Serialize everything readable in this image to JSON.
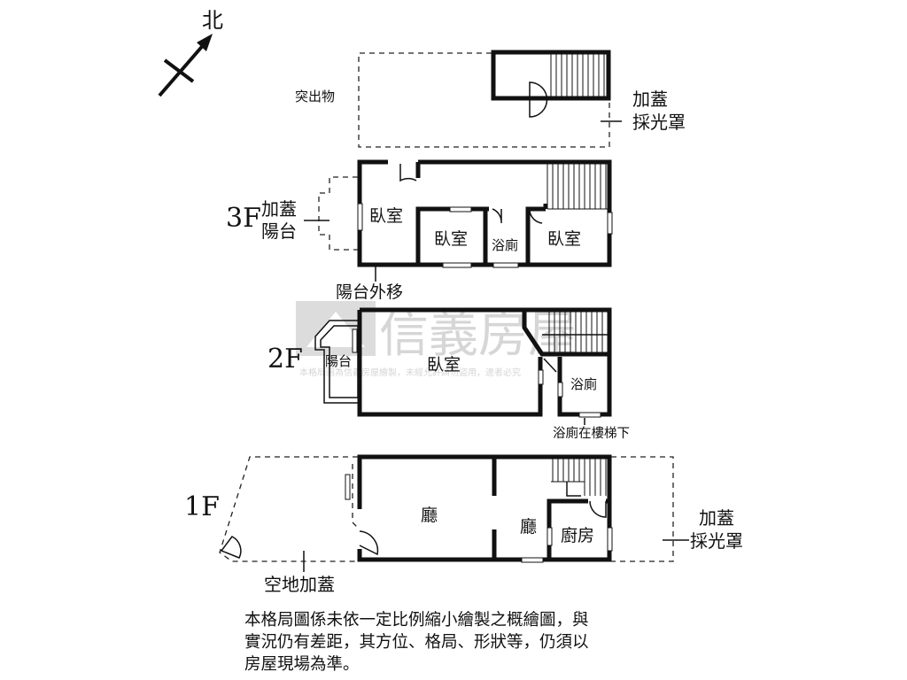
{
  "compass": {
    "label": "北"
  },
  "roof": {
    "protrusion_label": "突出物",
    "skylight_label_1": "加蓋",
    "skylight_label_2": "採光罩"
  },
  "floor3": {
    "floor_label": "3F",
    "balcony_label_1": "加蓋",
    "balcony_label_2": "陽台",
    "rooms": [
      "臥室",
      "臥室",
      "浴廁",
      "臥室"
    ],
    "balcony_note": "陽台外移"
  },
  "floor2": {
    "floor_label": "2F",
    "rooms": [
      "陽台",
      "臥室",
      "浴廁"
    ],
    "note": "浴廁在樓梯下"
  },
  "floor1": {
    "floor_label": "1F",
    "rooms": [
      "廳",
      "廳",
      "廚房"
    ],
    "skylight_label_1": "加蓋",
    "skylight_label_2": "採光罩",
    "yard_label": "空地加蓋"
  },
  "watermark": {
    "brand": "信義房屋",
    "notice": "本格局圖為信義房屋繪製，未經允許請勿盜用，違者必究"
  },
  "disclaimer": [
    "本格局圖係未依一定比例縮小繪製之概繪圖，與",
    "實況仍有差距，其方位、格局、形狀等，仍須以",
    "房屋現場為準。"
  ]
}
